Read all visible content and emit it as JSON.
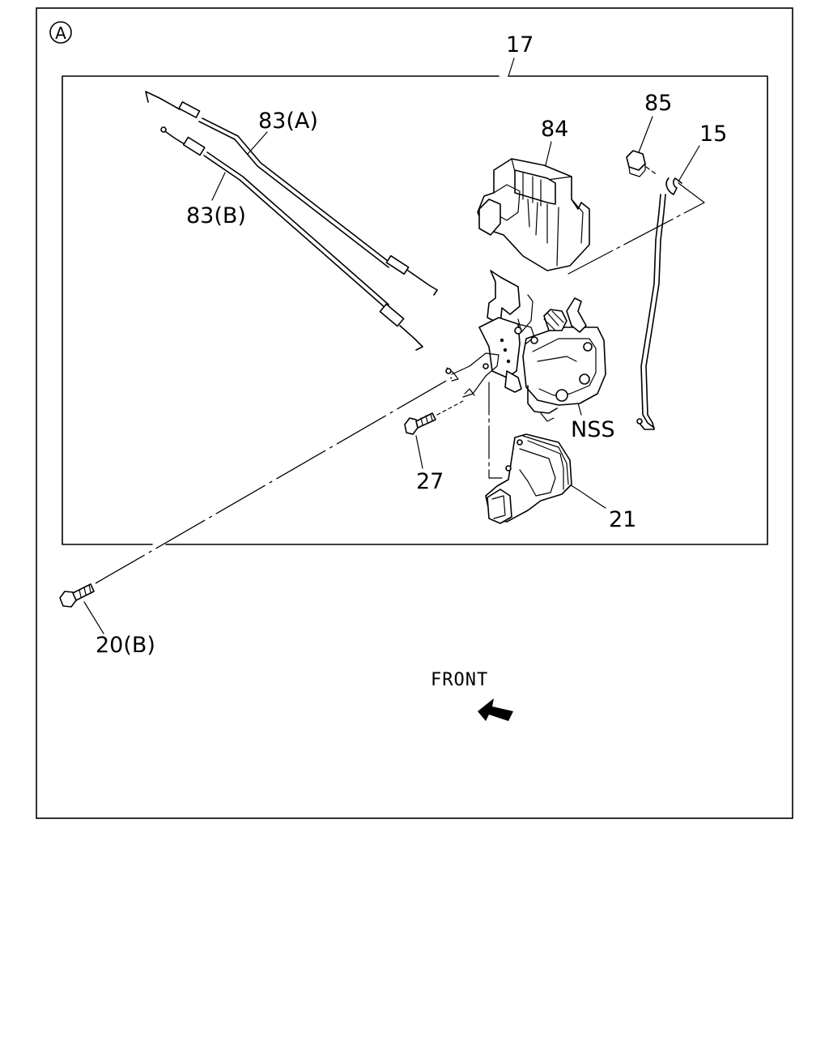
{
  "view_marker": "A",
  "direction": {
    "label": "FRONT"
  },
  "callouts": {
    "p17": "17",
    "p83a": "83(A)",
    "p83b": "83(B)",
    "p84": "84",
    "p85": "85",
    "p15": "15",
    "pNSS": "NSS",
    "p27": "27",
    "p21": "21",
    "p20b": "20(B)"
  }
}
